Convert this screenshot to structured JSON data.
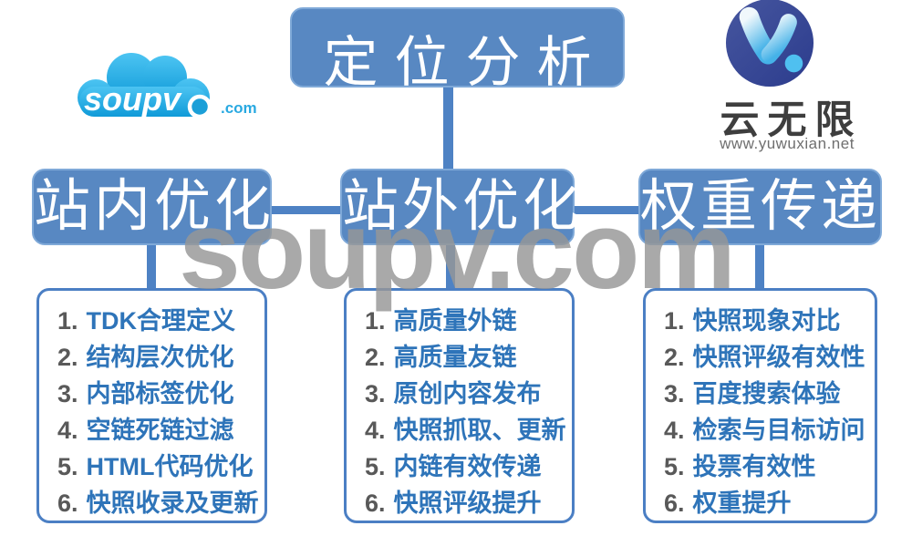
{
  "watermark": "soupv.com",
  "logos": {
    "soupv": {
      "name": "soupv",
      "tld": ".com"
    },
    "yuwuxian": {
      "name": "云无限",
      "url": "www.yuwuxian.net"
    }
  },
  "root": {
    "label": "定位分析"
  },
  "columns": [
    {
      "title": "站内优化",
      "items": [
        {
          "num": "1.",
          "text": "TDK合理定义"
        },
        {
          "num": "2.",
          "text": "结构层次优化"
        },
        {
          "num": "3.",
          "text": "内部标签优化"
        },
        {
          "num": "4.",
          "text": "空链死链过滤"
        },
        {
          "num": "5.",
          "text": "HTML代码优化"
        },
        {
          "num": "6.",
          "text": "快照收录及更新"
        }
      ]
    },
    {
      "title": "站外优化",
      "items": [
        {
          "num": "1.",
          "text": "高质量外链"
        },
        {
          "num": "2.",
          "text": "高质量友链"
        },
        {
          "num": "3.",
          "text": "原创内容发布"
        },
        {
          "num": "4.",
          "text": "快照抓取、更新"
        },
        {
          "num": "5.",
          "text": "内链有效传递"
        },
        {
          "num": "6.",
          "text": "快照评级提升"
        }
      ]
    },
    {
      "title": "权重传递",
      "items": [
        {
          "num": "1.",
          "text": "快照现象对比"
        },
        {
          "num": "2.",
          "text": "快照评级有效性"
        },
        {
          "num": "3.",
          "text": "百度搜索体验"
        },
        {
          "num": "4.",
          "text": "检索与目标访问"
        },
        {
          "num": "5.",
          "text": "投票有效性"
        },
        {
          "num": "6.",
          "text": "权重提升"
        }
      ]
    }
  ],
  "colors": {
    "node_blue": "#5888C2",
    "connector_blue": "#4E82C4",
    "list_border": "#4B7FC4",
    "item_number": "#595959",
    "item_text": "#2E74B9",
    "watermark_gray": "#979797",
    "cloud_blue": "#29A9E1",
    "circle_navy": "#35499B"
  }
}
